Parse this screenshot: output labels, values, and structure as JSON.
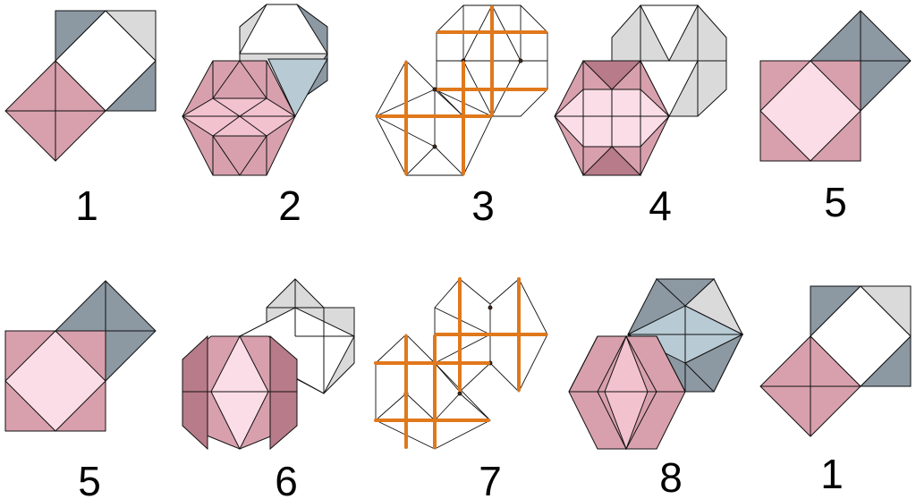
{
  "figure_labels": [
    "1",
    "2",
    "3",
    "4",
    "5",
    "5",
    "6",
    "7",
    "8",
    "1"
  ],
  "colors": {
    "pink": "#d8a0ad",
    "pink_dark": "#b87b89",
    "pink_light": "#fbdde7",
    "pink_mid": "#f3c2cf",
    "gray_dark": "#8c98a2",
    "gray_light": "#dadada",
    "blue_gray": "#b8cad4",
    "orange": "#e0781c",
    "line": "#111111"
  }
}
